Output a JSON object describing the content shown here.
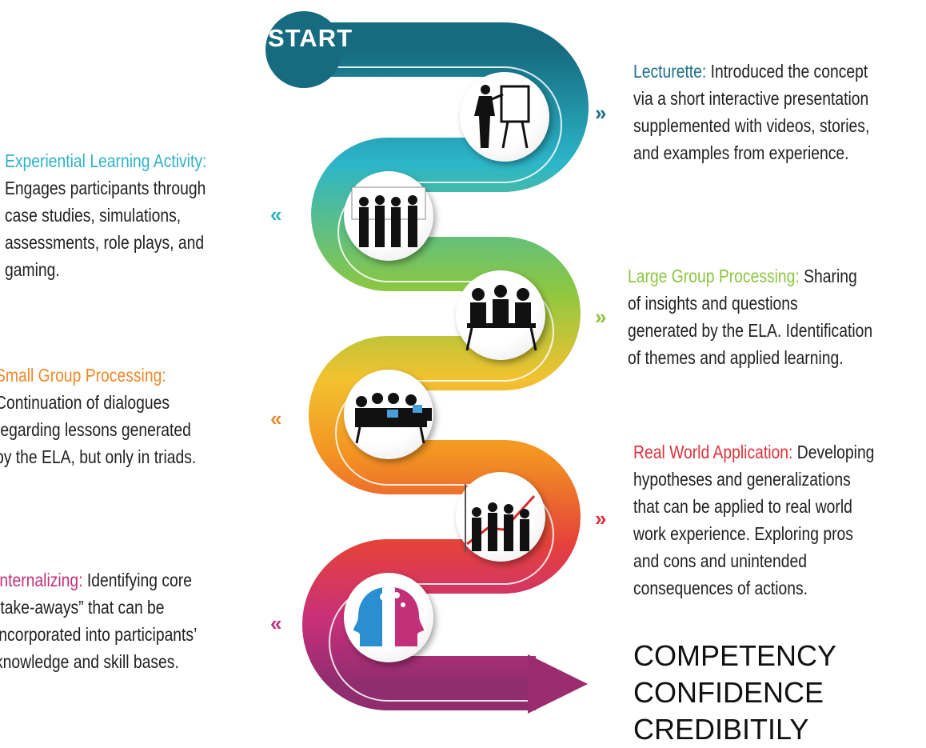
{
  "start_label": "START",
  "steps": [
    {
      "title": "Lecturette:",
      "first_line_rest": " Introduced the concept",
      "lines": [
        "via a short interactive presentation",
        "supplemented with videos, stories,",
        "and examples from experience."
      ],
      "color": "#1e6f8a",
      "side": "right",
      "icon": "presenter-whiteboard-icon"
    },
    {
      "title": "Experiential Learning Activity:",
      "first_line_rest": "",
      "lines": [
        "Engages participants through",
        "case studies, simulations,",
        "assessments, role plays, and",
        "gaming."
      ],
      "color": "#2fb3c6",
      "side": "left",
      "icon": "group-discussion-icon"
    },
    {
      "title": "Large Group Processing:",
      "first_line_rest": " Sharing",
      "lines": [
        "of insights and questions",
        "generated by the ELA. Identification",
        "of themes and applied learning."
      ],
      "color": "#8cc63f",
      "side": "right",
      "icon": "meeting-table-icon"
    },
    {
      "title": "Small Group Processing:",
      "first_line_rest": "",
      "lines": [
        "Continuation of dialogues",
        "regarding lessons generated",
        "by the ELA, but only in triads."
      ],
      "color": "#f0892a",
      "side": "left",
      "icon": "conference-table-icon"
    },
    {
      "title": "Real World Application:",
      "first_line_rest": " Developing",
      "lines": [
        "hypotheses and generalizations",
        "that can be applied to real world",
        "work experience. Exploring pros",
        "and cons and unintended",
        "consequences of actions."
      ],
      "color": "#e0313b",
      "side": "right",
      "icon": "business-team-growth-chart-icon"
    },
    {
      "title": "Internalizing:",
      "first_line_rest": " Identifying core",
      "lines": [
        "“take-aways” that can be",
        "incorporated into participants’",
        "knowledge and skill bases."
      ],
      "color": "#c3307a",
      "side": "left",
      "icon": "puzzle-heads-icon"
    }
  ],
  "outcomes": [
    "COMPETENCY",
    "CONFIDENCE",
    "CREDIBITILY"
  ]
}
